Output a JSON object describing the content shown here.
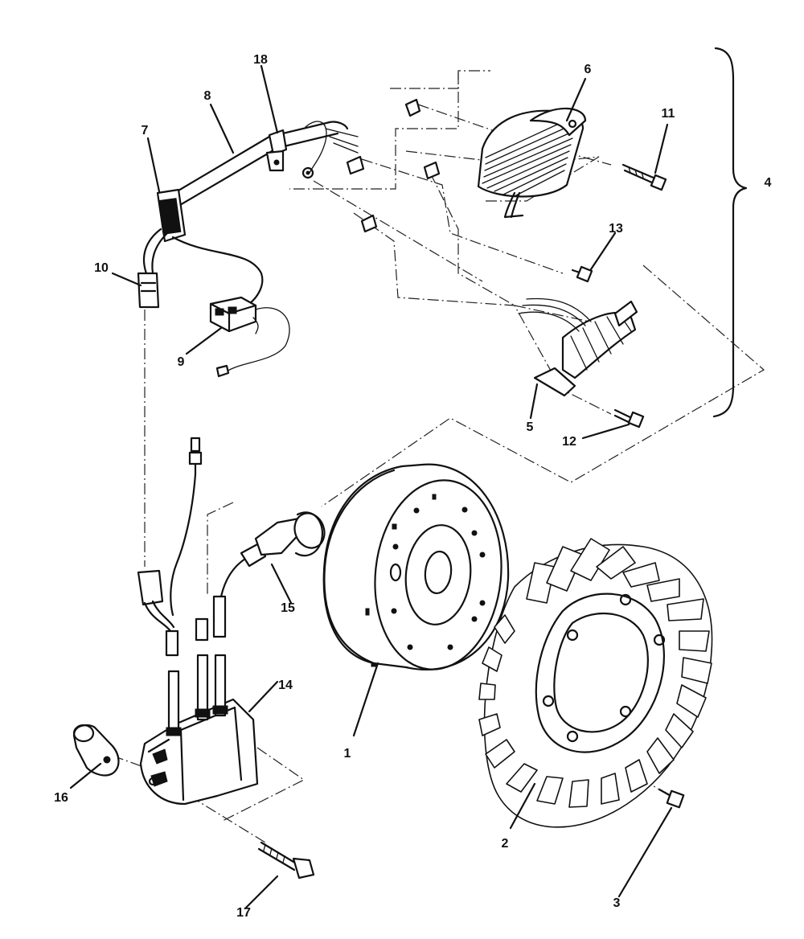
{
  "callouts": {
    "c1": "1",
    "c2": "2",
    "c3": "3",
    "c4": "4",
    "c5": "5",
    "c6": "6",
    "c7": "7",
    "c8": "8",
    "c9": "9",
    "c10": "10",
    "c11": "11",
    "c12": "12",
    "c13": "13",
    "c14": "14",
    "c15": "15",
    "c16": "16",
    "c17": "17",
    "c18": "18"
  },
  "colors": {
    "ink": "#111111",
    "paper": "#ffffff"
  }
}
